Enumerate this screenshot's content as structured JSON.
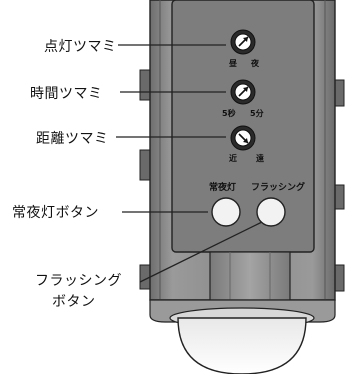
{
  "callouts": {
    "lighting_dial": "点灯ツマミ",
    "time_dial": "時間ツマミ",
    "distance_dial": "距離ツマミ",
    "night_button": "常夜灯ボタン",
    "flash_button_line1": "フラッシング",
    "flash_button_line2": "ボタン"
  },
  "dials": {
    "lighting": {
      "left": "昼",
      "right": "夜"
    },
    "time": {
      "left": "5秒",
      "right": "5分"
    },
    "distance": {
      "left": "近",
      "right": "遠"
    }
  },
  "buttons": {
    "night_label": "常夜灯",
    "flash_label": "フラッシング"
  },
  "colors": {
    "housing": "#8c8c8c",
    "housing_dark": "#5f5f5f",
    "panel": "#7a7a7a",
    "button_fill": "#f2f2f2",
    "dome": "#ffffff"
  }
}
